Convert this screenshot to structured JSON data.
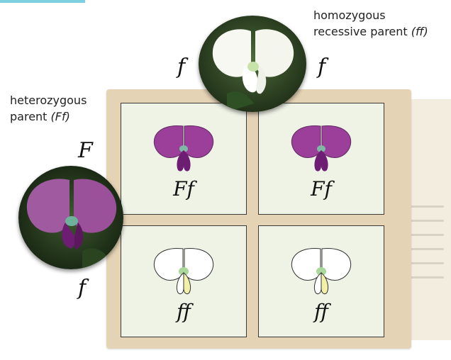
{
  "diagram": {
    "parents": {
      "recessive": {
        "label_line1": "homozygous",
        "label_line2": "recessive parent",
        "genotype": "(ff)",
        "alleles": [
          "f",
          "f"
        ],
        "flower_color": "white"
      },
      "heterozygous": {
        "label_line1": "heterozygous",
        "label_line2": "parent",
        "genotype": "(Ff)",
        "alleles": [
          "F",
          "f"
        ],
        "flower_color": "purple"
      }
    },
    "punnett_square": [
      {
        "genotype": "Ff",
        "flower_color": "purple"
      },
      {
        "genotype": "Ff",
        "flower_color": "purple"
      },
      {
        "genotype": "ff",
        "flower_color": "white"
      },
      {
        "genotype": "ff",
        "flower_color": "white"
      }
    ],
    "colors": {
      "purple_petal": "#9b3f9a",
      "purple_dark": "#6d1e72",
      "white_petal": "#ffffff",
      "cell_bg": "#eef3e6",
      "frame_bg": "#e5d3b6",
      "leaf_green": "#2f4f24"
    }
  }
}
